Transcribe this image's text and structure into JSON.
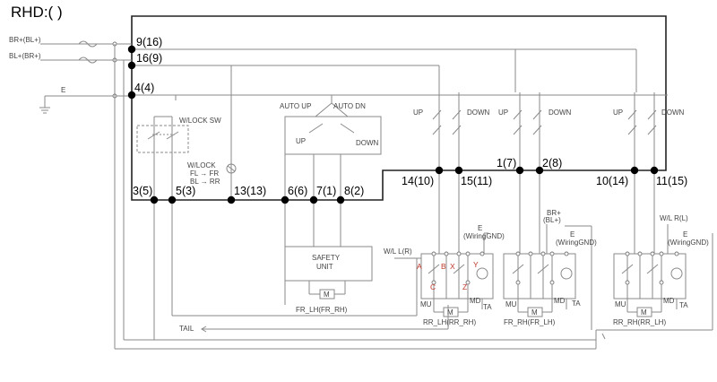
{
  "header": {
    "title": "RHD:(   )"
  },
  "supply": {
    "br_bl": "BR+(BL+)",
    "bl_br": "BL+(BR+)",
    "ground": "E"
  },
  "master_pins": {
    "p1": "9(16)",
    "p2": "16(9)",
    "p3": "4(4)",
    "b1": "3(5)",
    "b2": "5(3)",
    "b3": "13(13)",
    "b4": "6(6)",
    "b5": "7(1)",
    "b6": "8(2)"
  },
  "switch_pins": {
    "s1": "14(10)",
    "s2": "15(11)",
    "s3": "1(7)",
    "s4": "2(8)",
    "s5": "10(14)",
    "s6": "11(15)"
  },
  "labels": {
    "wlock_sw": "W/LOCK SW",
    "wlock": "W/LOCK",
    "fl_fr": "FL → FR",
    "bl_rr": "BL → RR",
    "auto_up": "AUTO UP",
    "auto_dn": "AUTO DN",
    "up": "UP",
    "down": "DOWN",
    "safety1": "SAFETY",
    "safety2": "UNIT",
    "m": "M",
    "fr_lh": "FR_LH(FR_RH)",
    "tail": "TAIL",
    "ta": "TA",
    "mu": "MU",
    "md": "MD",
    "e": "E",
    "wiring_gnd": "(WiringGND)",
    "wl_lr": "W/L L(R)",
    "wl_rl": "W/L R(L)",
    "br_plus": "BR+",
    "bl_plus": "(BL+)",
    "rr_lh": "RR_LH(RR_RH)",
    "fr_rh": "FR_RH(FR_LH)",
    "rr_rh": "RR_RH(RR_LH)"
  },
  "markers": {
    "a": "A",
    "b": "B",
    "x": "X",
    "y": "Y",
    "c": "C",
    "z": "Z"
  },
  "colors": {
    "wire": "#8a8a8a",
    "bus": "#222222",
    "marker": "#c0392b"
  }
}
